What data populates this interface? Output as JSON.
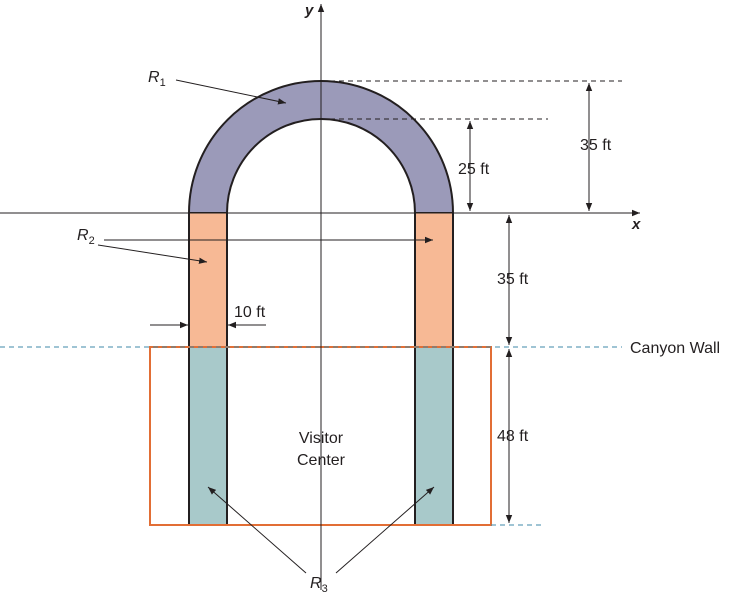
{
  "axes": {
    "x_label": "x",
    "y_label": "y"
  },
  "regions": {
    "r1": {
      "letter": "R",
      "subscript": "1"
    },
    "r2": {
      "letter": "R",
      "subscript": "2"
    },
    "r3": {
      "letter": "R",
      "subscript": "3"
    }
  },
  "dimensions": {
    "outer_radius": "35 ft",
    "inner_radius": "25 ft",
    "leg_above_wall": "35 ft",
    "width": "10 ft",
    "center_depth": "48 ft"
  },
  "labels": {
    "canyon_wall": "Canyon Wall",
    "visitor_center_line1": "Visitor",
    "visitor_center_line2": "Center"
  },
  "colors": {
    "arch": "#9b9ab9",
    "upper_legs": "#f7b995",
    "lower_legs": "#a8c9ca",
    "outline": "#231f20",
    "visitor_box": "#e26e35",
    "canyon_line": "#3f8aa8"
  }
}
